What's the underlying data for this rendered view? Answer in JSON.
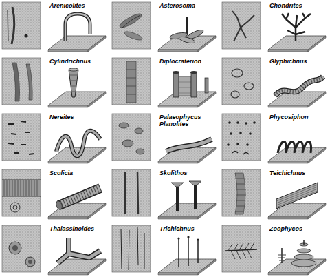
{
  "diagram": {
    "labels": [
      "Arenicolites",
      "Asterosoma",
      "Chondrites",
      "Cylindrichnus",
      "Diplocraterion",
      "Glyphichnus",
      "Nereites",
      "Palaeophycus",
      "Planolites",
      "Phycosiphon",
      "Scolicia",
      "Skolithos",
      "Teichichnus",
      "Thalassinoides",
      "Trichichnus",
      "Zoophycos"
    ]
  }
}
